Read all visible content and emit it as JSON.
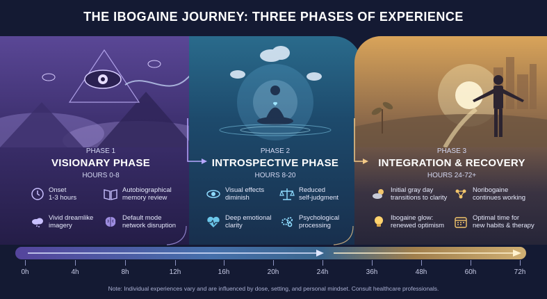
{
  "title": "THE IBOGAINE JOURNEY: THREE PHASES OF EXPERIENCE",
  "phases": [
    {
      "label": "PHASE 1",
      "name": "VISIONARY PHASE",
      "hours": "HOURS 0-8",
      "items": [
        {
          "icon": "clock-icon",
          "text": "Onset\n1-3 hours"
        },
        {
          "icon": "book-icon",
          "text": "Autobiographical\nmemory review"
        },
        {
          "icon": "dream-cloud-icon",
          "text": "Vivid dreamlike\nimagery"
        },
        {
          "icon": "brain-icon",
          "text": "Default mode\nnetwork disruption"
        }
      ]
    },
    {
      "label": "PHASE 2",
      "name": "INTROSPECTIVE PHASE",
      "hours": "HOURS 8-20",
      "items": [
        {
          "icon": "eye-icon",
          "text": "Visual effects\ndiminish"
        },
        {
          "icon": "scales-icon",
          "text": "Reduced\nself-judgment"
        },
        {
          "icon": "heart-pulse-icon",
          "text": "Deep emotional\nclarity"
        },
        {
          "icon": "gears-head-icon",
          "text": "Psychological\nprocessing"
        }
      ]
    },
    {
      "label": "PHASE 3",
      "name": "INTEGRATION & RECOVERY",
      "hours": "HOURS 24-72+",
      "items": [
        {
          "icon": "sun-cloud-icon",
          "text": "Initial gray day\ntransitions to clarity"
        },
        {
          "icon": "molecule-icon",
          "text": "Noribogaine\ncontinues working"
        },
        {
          "icon": "lightbulb-icon",
          "text": "Ibogaine glow:\nrenewed optimism"
        },
        {
          "icon": "calendar-icon",
          "text": "Optimal time for\nnew habits & therapy"
        }
      ]
    }
  ],
  "timeline": {
    "ticks": [
      "0h",
      "4h",
      "8h",
      "12h",
      "16h",
      "20h",
      "24h",
      "36h",
      "48h",
      "60h",
      "72h"
    ]
  },
  "note": "Note: Individual experiences vary and are influenced by dose, setting, and personal mindset. Consult healthcare professionals.",
  "colors": {
    "phase1": "#5a4796",
    "phase2": "#2a6b8c",
    "phase3": "#d9a45a"
  }
}
